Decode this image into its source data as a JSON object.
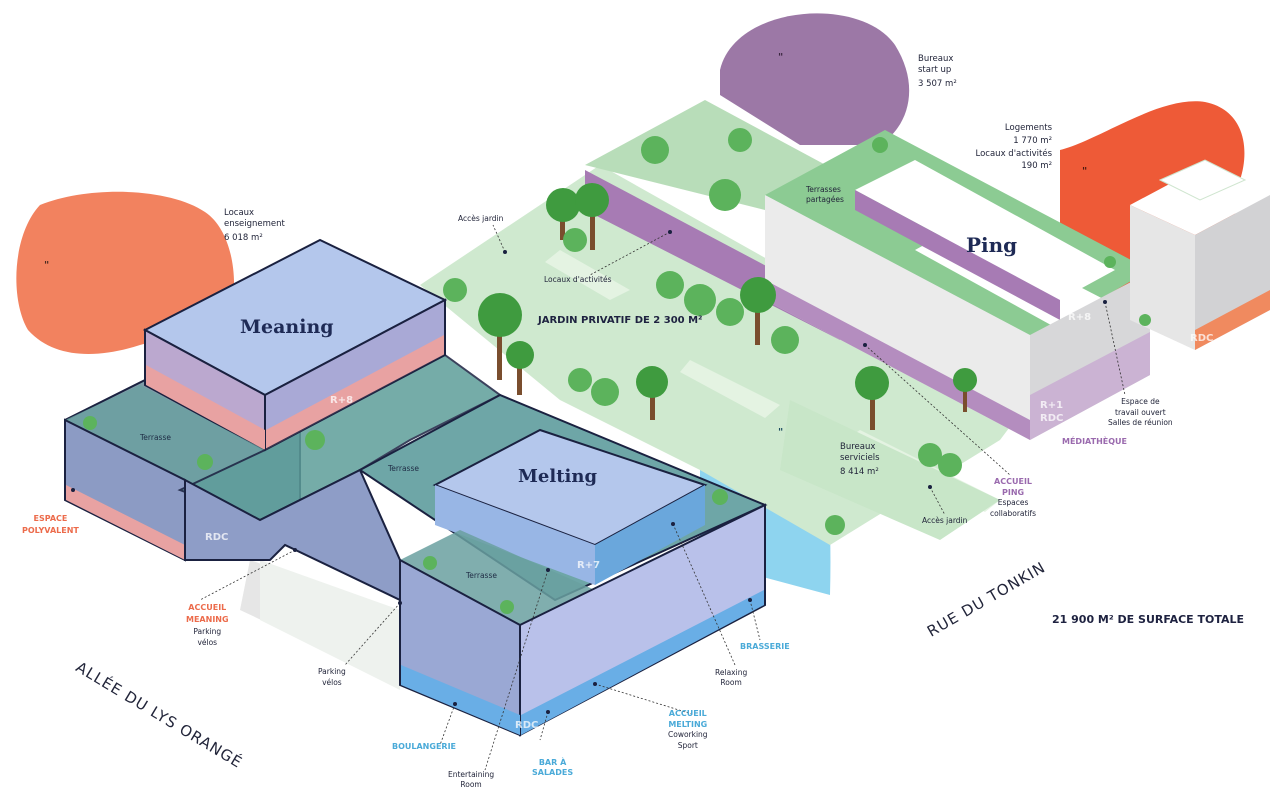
{
  "buildings": {
    "meaning": {
      "name": "Meaning",
      "level_top": "R+8",
      "level_ground": "RDC",
      "terrace": "Terrasse"
    },
    "melting": {
      "name": "Melting",
      "level_top": "R+7",
      "level_ground": "RDC",
      "terrace_1": "Terrasse",
      "terrace_2": "Terrasse"
    },
    "ping": {
      "name": "Ping",
      "level_top": "R+8",
      "level_mid": "R+1",
      "level_ground": "RDC",
      "terrace": "Terrasses partagées"
    },
    "residence": {
      "level_ground": "RDC"
    }
  },
  "blobs": {
    "orange_left": {
      "mark": "\"",
      "color": "#f2825f"
    },
    "violet_top": {
      "mark": "\"",
      "color": "#9c78a6"
    },
    "red_right": {
      "mark": "\"",
      "color": "#ee5a37"
    },
    "blue_mid": {
      "mark": "\"",
      "color": "#8ed4ef"
    }
  },
  "areas": {
    "enseignement": {
      "label": "Locaux enseignement",
      "area": "6 018 m²"
    },
    "startup": {
      "label": "Bureaux start up",
      "area": "3 507 m²"
    },
    "logements": {
      "label": "Logements",
      "area": "1 770 m²"
    },
    "activites": {
      "label": "Locaux d'activités",
      "area": "190 m²"
    },
    "servicielsLabel": "Bureaux serviciels",
    "servicielsArea": "8 414 m²"
  },
  "garden": {
    "line1": "JARDIN",
    "line2": "PRIVATIF",
    "line3": "DE 2 300 M²"
  },
  "labels": {
    "acces_jardin_1": "Accès jardin",
    "acces_jardin_2": "Accès jardin",
    "locaux_activites": "Locaux d'activités",
    "espace_polyvalent_1": "ESPACE",
    "espace_polyvalent_2": "POLYVALENT",
    "accueil_meaning_1": "ACCUEIL",
    "accueil_meaning_2": "MEANING",
    "parking_velos_1a": "Parking",
    "parking_velos_1b": "vélos",
    "parking_velos_2a": "Parking",
    "parking_velos_2b": "vélos",
    "boulangerie": "BOULANGERIE",
    "entertaining_1": "Entertaining",
    "entertaining_2": "Room",
    "bar_1": "BAR À",
    "bar_2": "SALADES",
    "accueil_melting_1": "ACCUEIL",
    "accueil_melting_2": "MELTING",
    "coworking": "Coworking",
    "sport": "Sport",
    "relaxing_1": "Relaxing",
    "relaxing_2": "Room",
    "brasserie": "BRASSERIE",
    "accueil_ping_1": "ACCUEIL",
    "accueil_ping_2": "PING",
    "espaces_collab_1": "Espaces",
    "espaces_collab_2": "collaboratifs",
    "mediatheque": "MÉDIATHÈQUE",
    "espace_travail_1": "Espace de",
    "espace_travail_2": "travail ouvert",
    "salles_reunion": "Salles de réunion"
  },
  "streets": {
    "lys": "ALLÉE DU LYS ORANGÉ",
    "tonkin": "RUE DU TONKIN"
  },
  "total": {
    "line1": "21 900 M² DE",
    "line2": "SURFACE TOTALE"
  }
}
